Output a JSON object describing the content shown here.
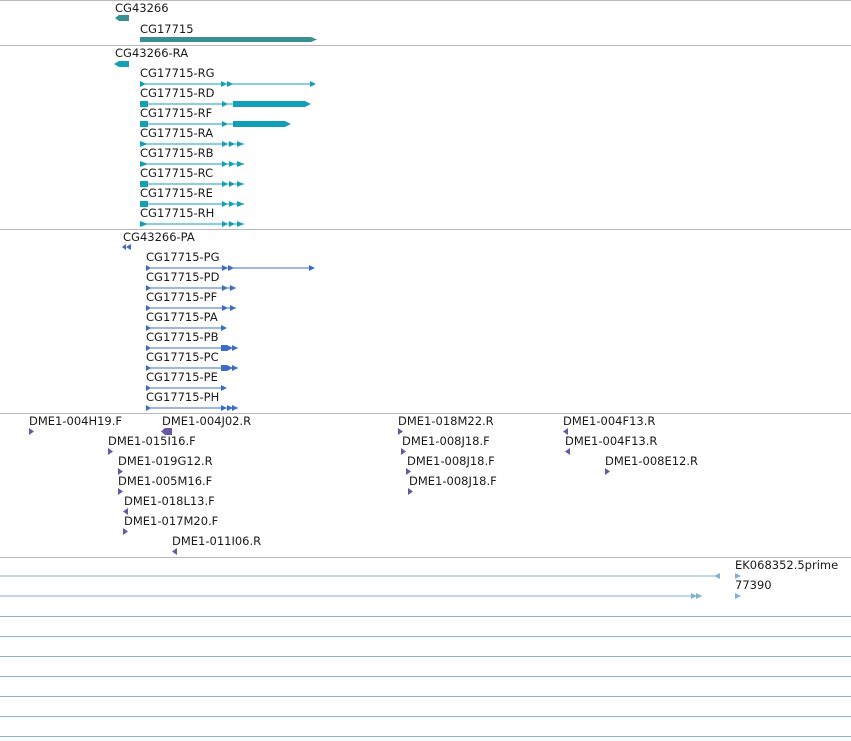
{
  "tracks": {
    "genes": {
      "color": "#3a8f95",
      "items": [
        {
          "label": "CG43266",
          "strand": "-"
        },
        {
          "label": "CG17715",
          "strand": "+"
        }
      ]
    },
    "transcripts": {
      "color": "#12a0b8",
      "items": [
        {
          "label": "CG43266-RA",
          "strand": "-"
        },
        {
          "label": "CG17715-RG",
          "strand": "+"
        },
        {
          "label": "CG17715-RD",
          "strand": "+"
        },
        {
          "label": "CG17715-RF",
          "strand": "+"
        },
        {
          "label": "CG17715-RA",
          "strand": "+"
        },
        {
          "label": "CG17715-RB",
          "strand": "+"
        },
        {
          "label": "CG17715-RC",
          "strand": "+"
        },
        {
          "label": "CG17715-RE",
          "strand": "+"
        },
        {
          "label": "CG17715-RH",
          "strand": "+"
        }
      ]
    },
    "proteins": {
      "color": "#3b6cc6",
      "items": [
        {
          "label": "CG43266-PA",
          "strand": "-"
        },
        {
          "label": "CG17715-PG",
          "strand": "+"
        },
        {
          "label": "CG17715-PD",
          "strand": "+"
        },
        {
          "label": "CG17715-PF",
          "strand": "+"
        },
        {
          "label": "CG17715-PA",
          "strand": "+"
        },
        {
          "label": "CG17715-PB",
          "strand": "+"
        },
        {
          "label": "CG17715-PC",
          "strand": "+"
        },
        {
          "label": "CG17715-PE",
          "strand": "+"
        },
        {
          "label": "CG17715-PH",
          "strand": "+"
        }
      ]
    },
    "clones": {
      "color": "#6a56a8",
      "items": [
        {
          "label": "DME1-004H19.F",
          "strand": "+"
        },
        {
          "label": "DME1-004J02.R",
          "strand": "-"
        },
        {
          "label": "DME1-015I16.F",
          "strand": "+"
        },
        {
          "label": "DME1-019G12.R",
          "strand": "+"
        },
        {
          "label": "DME1-005M16.F",
          "strand": "+"
        },
        {
          "label": "DME1-018L13.F",
          "strand": "-"
        },
        {
          "label": "DME1-017M20.F",
          "strand": "+"
        },
        {
          "label": "DME1-011I06.R",
          "strand": "-"
        },
        {
          "label": "DME1-018M22.R",
          "strand": "+"
        },
        {
          "label": "DME1-008J18.F",
          "strand": "+"
        },
        {
          "label": "DME1-008J18.F",
          "strand": "+"
        },
        {
          "label": "DME1-008J18.F",
          "strand": "+"
        },
        {
          "label": "DME1-004F13.R",
          "strand": "-"
        },
        {
          "label": "DME1-004F13.R",
          "strand": "-"
        },
        {
          "label": "DME1-008E12.R",
          "strand": "+"
        }
      ]
    },
    "ests": {
      "color": "#7fb2d6",
      "items": [
        {
          "label": "EK068352.5prime",
          "strand": "-"
        },
        {
          "label": "77390",
          "strand": "+"
        }
      ]
    }
  }
}
